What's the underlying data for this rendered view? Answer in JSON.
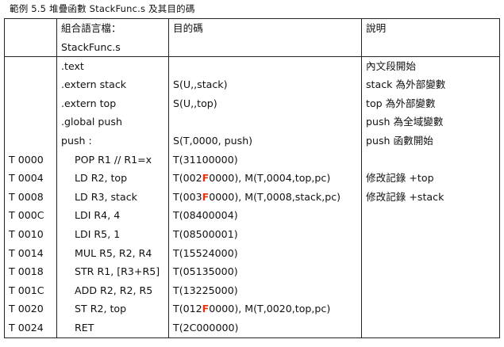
{
  "caption": "範例 5.5  堆疊函數  StackFunc.s  及其目的碼",
  "header": {
    "col2_line1": "組合語言檔：",
    "col2_line2": "StackFunc.s",
    "col3": "目的碼",
    "col4": "說明"
  },
  "rows": [
    {
      "addr": "",
      "code": ".text",
      "indent": false,
      "obj": "",
      "note": "內文段開始"
    },
    {
      "addr": "",
      "code": ".extern stack",
      "indent": false,
      "obj": "S(U,,stack)",
      "note": "stack  為外部變數"
    },
    {
      "addr": "",
      "code": ".extern top",
      "indent": false,
      "obj": "S(U,,top)",
      "note": "top  為外部變數"
    },
    {
      "addr": "",
      "code": ".global push",
      "indent": false,
      "obj": "",
      "note": "push  為全域變數"
    },
    {
      "addr": "",
      "code": "push :",
      "indent": false,
      "obj": "S(T,0000, push)",
      "note": "push  函數開始"
    },
    {
      "addr": "T 0000",
      "code": "POP R1 // R1=x",
      "indent": true,
      "obj": "T(31100000)",
      "note": ""
    },
    {
      "addr": "T 0004",
      "code": "LD R2, top",
      "indent": true,
      "obj_pre": "T(002",
      "obj_red": "F",
      "obj_post": "0000), M(T,0004,top,pc)",
      "note": "修改記錄  +top"
    },
    {
      "addr": "T 0008",
      "code": "LD R3, stack",
      "indent": true,
      "obj_pre": "T(003",
      "obj_red": "F",
      "obj_post": "0000), M(T,0008,stack,pc)",
      "note": "修改記錄  +stack"
    },
    {
      "addr": "T 000C",
      "code": "LDI R4, 4",
      "indent": true,
      "obj": "T(08400004)",
      "note": ""
    },
    {
      "addr": "T 0010",
      "code": "LDI R5, 1",
      "indent": true,
      "obj": "T(08500001)",
      "note": ""
    },
    {
      "addr": "T 0014",
      "code": "MUL R5, R2, R4",
      "indent": true,
      "obj": "T(15524000)",
      "note": ""
    },
    {
      "addr": "T 0018",
      "code": "STR R1, [R3+R5]",
      "indent": true,
      "obj": "T(05135000)",
      "note": ""
    },
    {
      "addr": "T 001C",
      "code": "ADD R2, R2, R5",
      "indent": true,
      "obj": "T(13225000)",
      "note": ""
    },
    {
      "addr": "T 0020",
      "code": "ST R2, top",
      "indent": true,
      "obj_pre": "T(012",
      "obj_red": "F",
      "obj_post": "0000), M(T,0020,top,pc)",
      "note": ""
    },
    {
      "addr": "T 0024",
      "code": "RET",
      "indent": true,
      "obj": "T(2C000000)",
      "note": ""
    }
  ]
}
